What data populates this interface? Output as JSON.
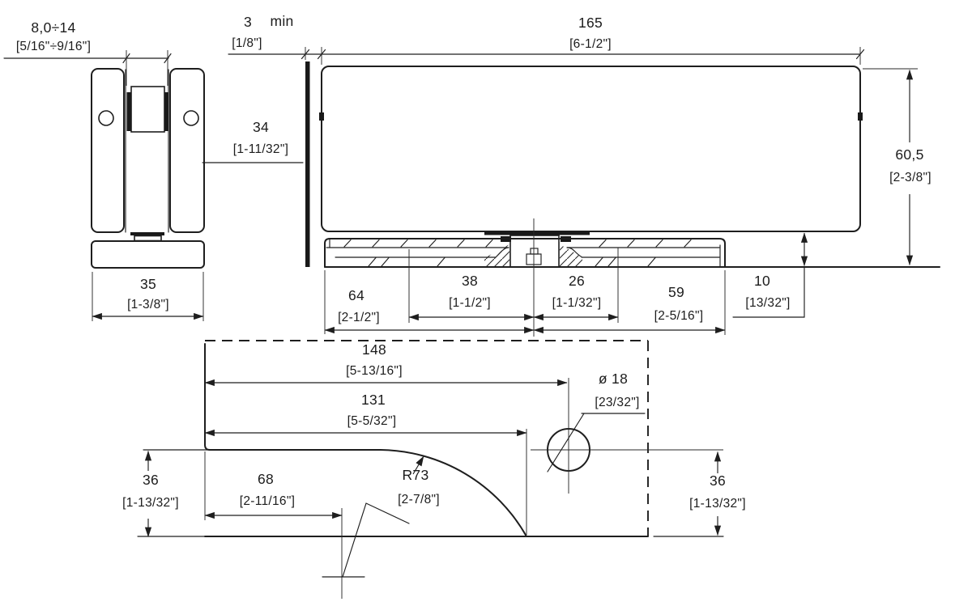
{
  "colors": {
    "line": "#1e1e1e",
    "background": "#ffffff"
  },
  "views": {
    "side_view": {
      "glass_range": {
        "mm": "8,0÷14",
        "inch": "[5/16\"÷9/16\"]"
      },
      "base_width": {
        "mm": "35",
        "inch": "[1-3/8\"]"
      },
      "offset": {
        "mm": "34",
        "inch": "[1-11/32\"]"
      }
    },
    "front_view": {
      "wall_gap": {
        "mm": "3",
        "suffix": "min",
        "inch": "[1/8\"]"
      },
      "body_length": {
        "mm": "165",
        "inch": "[6-1/2\"]"
      },
      "body_height": {
        "mm": "60,5",
        "inch": "[2-3/8\"]"
      },
      "plate_left": {
        "mm": "64",
        "inch": "[2-1/2\"]"
      },
      "plate_mid_left": {
        "mm": "38",
        "inch": "[1-1/2\"]"
      },
      "plate_mid_right": {
        "mm": "26",
        "inch": "[1-1/32\"]"
      },
      "plate_right": {
        "mm": "59",
        "inch": "[2-5/16\"]"
      },
      "plate_height": {
        "mm": "10",
        "inch": "[13/32\"]"
      }
    },
    "plan_view": {
      "hole_offset": {
        "mm": "148",
        "inch": "[5-13/16\"]"
      },
      "flat_length": {
        "mm": "131",
        "inch": "[5-5/32\"]"
      },
      "hole_diameter": {
        "mm": "ø 18",
        "inch": "[23/32\"]"
      },
      "edge_left": {
        "mm": "36",
        "inch": "[1-13/32\"]"
      },
      "pivot_offset": {
        "mm": "68",
        "inch": "[2-11/16\"]"
      },
      "corner_radius": {
        "mm": "R73",
        "inch": "[2-7/8\"]"
      },
      "edge_right": {
        "mm": "36",
        "inch": "[1-13/32\"]"
      }
    }
  }
}
